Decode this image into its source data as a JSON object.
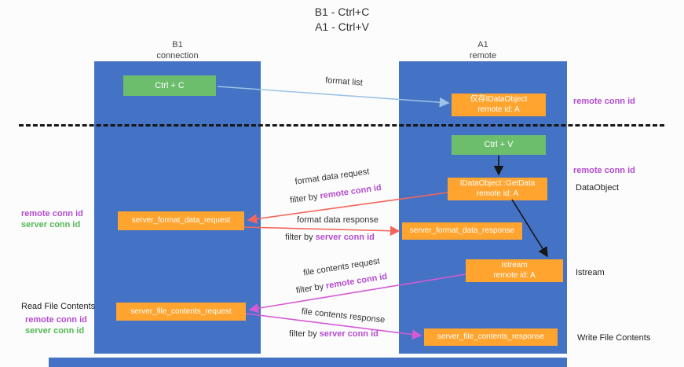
{
  "title": {
    "line1": "B1 - Ctrl+C",
    "line2": "A1 - Ctrl+V"
  },
  "lanes": {
    "left": {
      "title": "B1",
      "subtitle": "connection"
    },
    "right": {
      "title": "A1",
      "subtitle": "remote"
    }
  },
  "boxes": {
    "ctrl_c": {
      "label": "Ctrl + C"
    },
    "ctrl_v": {
      "label": "Ctrl + V"
    },
    "store_dataobject": {
      "line1": "仅存IDataObject",
      "line2": "remote id: A"
    },
    "getdata": {
      "line1": "IDataObject::GetData",
      "line2": "remote id: A"
    },
    "istream": {
      "line1": "Istream",
      "line2": "remote id: A"
    },
    "server_format_data_request": {
      "label": "server_format_data_request"
    },
    "server_format_data_response": {
      "label": "server_format_data_response"
    },
    "server_file_contents_request": {
      "label": "server_file_contents_request"
    },
    "server_file_contents_response": {
      "label": "server_file_contents_response"
    }
  },
  "arrows": {
    "format_list": {
      "label": "format list"
    },
    "format_data_request": {
      "label": "format data request",
      "filter_prefix": "filter by ",
      "filter_value": "remote conn id"
    },
    "format_data_response": {
      "label": "format data response",
      "filter_prefix": "filter by ",
      "filter_value": "server conn id"
    },
    "file_contents_request": {
      "label": "file contents request",
      "filter_prefix": "filter by ",
      "filter_value": "remote conn id"
    },
    "file_contents_response": {
      "label": "file contents response",
      "filter_prefix": "filter by ",
      "filter_value": "server conn id"
    }
  },
  "side_labels": {
    "right_remote_conn_id_top": "remote conn id",
    "right_remote_conn_id_mid": "remote conn id",
    "right_dataobject": "DataObject",
    "right_istream": "Istream",
    "right_write_file": "Write File Contents",
    "left_remote_conn_id": "remote conn id",
    "left_server_conn_id": "server conn id",
    "left_read_file": "Read File Contents",
    "left_remote_conn_id2": "remote conn id",
    "left_server_conn_id2": "server conn id"
  },
  "colors": {
    "lane": "#4472C4",
    "green": "#6CBE6C",
    "orange": "#FFA42E",
    "purple": "#B44CCF",
    "label_green": "#53B853",
    "arrow_red": "#F4665C",
    "arrow_magenta": "#D45BD4",
    "arrow_blue": "#9DC3E6",
    "ink": "#161616"
  }
}
